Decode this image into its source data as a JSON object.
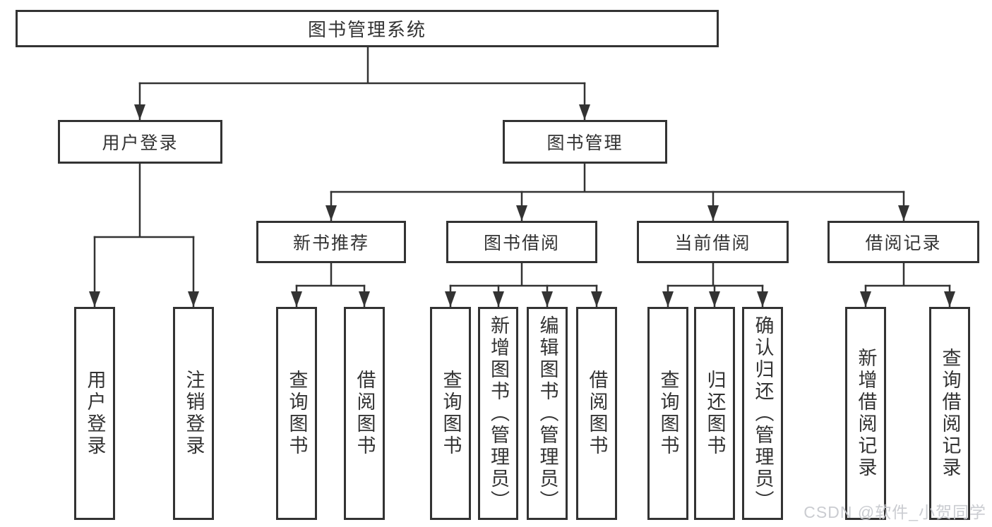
{
  "diagram": {
    "root": {
      "label": "图书管理系统"
    },
    "branches": [
      {
        "label": "用户登录",
        "children": [
          {
            "label": "用户登录"
          },
          {
            "label": "注销登录"
          }
        ]
      },
      {
        "label": "图书管理",
        "children": [
          {
            "label": "新书推荐",
            "children": [
              {
                "label": "查询图书"
              },
              {
                "label": "借阅图书"
              }
            ]
          },
          {
            "label": "图书借阅",
            "children": [
              {
                "label": "查询图书"
              },
              {
                "label": "新增图书（管理员）"
              },
              {
                "label": "编辑图书（管理员）"
              },
              {
                "label": "借阅图书"
              }
            ]
          },
          {
            "label": "当前借阅",
            "children": [
              {
                "label": "查询图书"
              },
              {
                "label": "归还图书"
              },
              {
                "label": "确认归还（管理员）"
              }
            ]
          },
          {
            "label": "借阅记录",
            "children": [
              {
                "label": "新增借阅记录"
              },
              {
                "label": "查询借阅记录"
              }
            ]
          }
        ]
      }
    ]
  },
  "watermark": {
    "text": "CSDN @软件_小贺同学"
  },
  "colors": {
    "line": "#333333",
    "box_border": "#333333",
    "text": "#333333",
    "watermark": "#c8cacf",
    "background": "#ffffff"
  }
}
